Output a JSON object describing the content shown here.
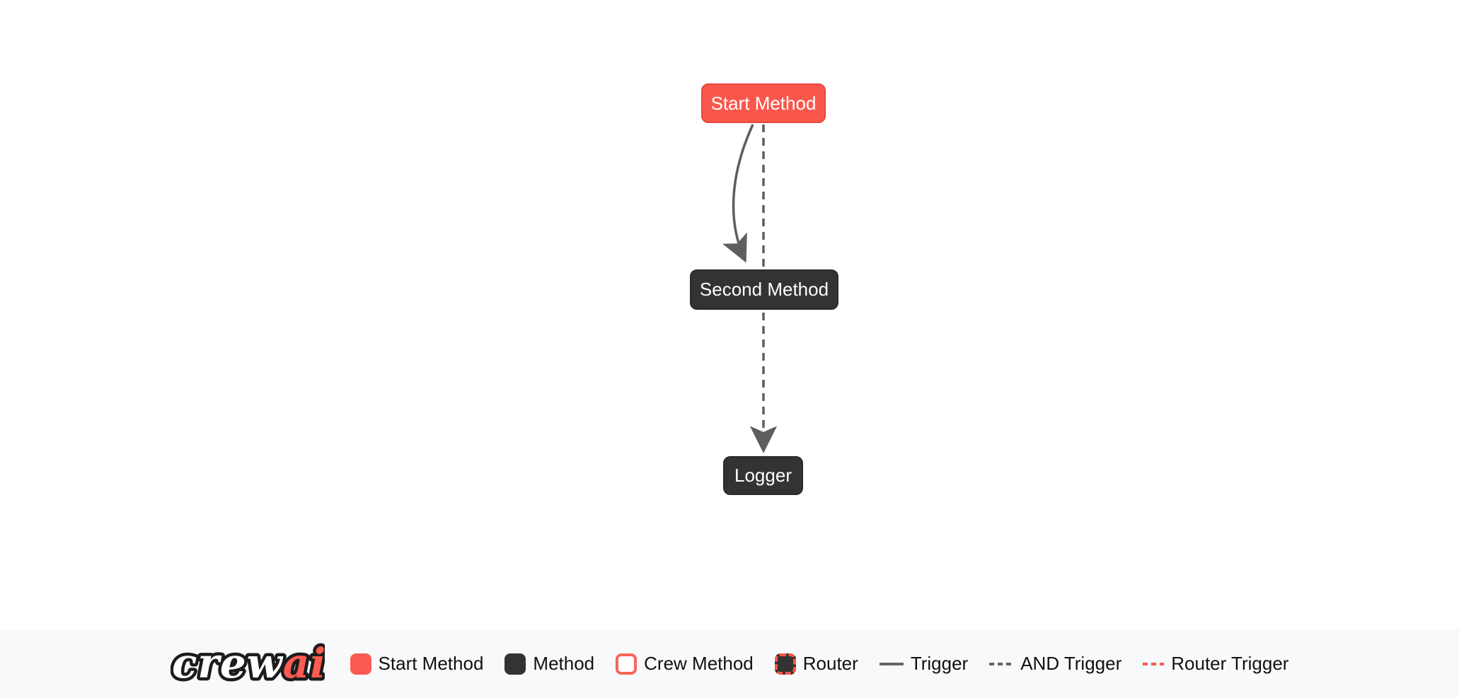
{
  "flow": {
    "nodes": [
      {
        "label": "Start Method",
        "type": "start-method"
      },
      {
        "label": "Second Method",
        "type": "method"
      },
      {
        "label": "Logger",
        "type": "method"
      }
    ],
    "edges": [
      {
        "from": "Start Method",
        "to": "Second Method",
        "type": "trigger",
        "style": "solid-curved"
      },
      {
        "from": "Start Method",
        "to": "Logger",
        "type": "and-trigger",
        "style": "dashed-straight"
      }
    ]
  },
  "legend": {
    "logo": {
      "crew": "crew",
      "ai": "ai"
    },
    "items": [
      {
        "label": "Start Method",
        "swatch": "start-method-box"
      },
      {
        "label": "Method",
        "swatch": "method-box"
      },
      {
        "label": "Crew Method",
        "swatch": "crew-method-box"
      },
      {
        "label": "Router",
        "swatch": "router-box"
      },
      {
        "label": "Trigger",
        "swatch": "solid-line"
      },
      {
        "label": "AND Trigger",
        "swatch": "dashed-line"
      },
      {
        "label": "Router Trigger",
        "swatch": "red-dashed-line"
      }
    ]
  },
  "colors": {
    "start_method": "#FF5A50",
    "method": "#333333",
    "edge": "#5e5e5e",
    "router_trigger": "#FA5A50",
    "legend_bar_bg": "#f8f9fa",
    "node_text": "#ffffff",
    "legend_text": "#111111"
  }
}
